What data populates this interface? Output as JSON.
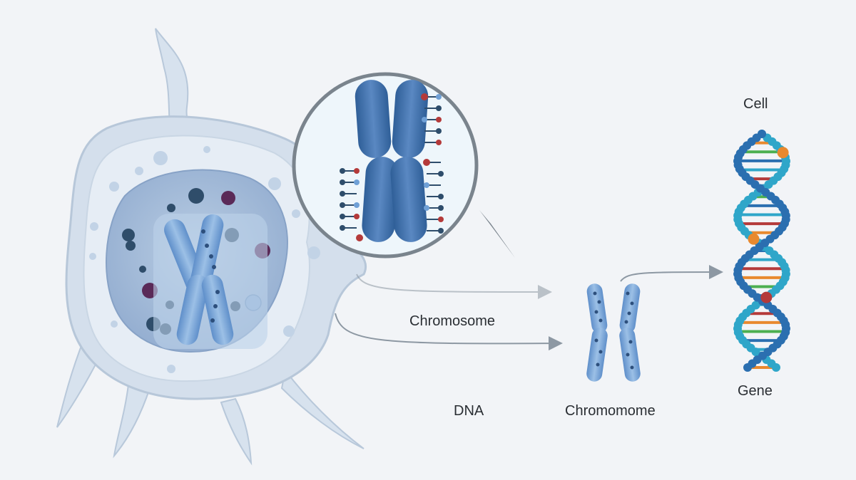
{
  "labels": {
    "cell": "Cell",
    "chromosome_middle": "Chromosome",
    "dna": "DNA",
    "chromosome_bottom": "Chromomome",
    "gene": "Gene"
  },
  "icons": {
    "cell": "cell-icon",
    "magnifier": "magnifier-icon",
    "chromosome": "chromosome-icon",
    "dna": "dna-helix-icon",
    "arrow": "arrow-right-icon"
  },
  "colors": {
    "background": "#f2f4f7",
    "cell_membrane": "#d4dfec",
    "cytoplasm": "#e7eef6",
    "nucleus": "#a9c0da",
    "chromosome": "#3f6fa6",
    "chromosome_light": "#7ea8d4",
    "helix_teal": "#2fa6c9",
    "helix_blue": "#2b6fb0",
    "accent_red": "#b43a3a",
    "accent_purple": "#6a2a5e",
    "accent_orange": "#e8892e",
    "accent_green": "#4caf50",
    "arrow": "#8d98a3"
  }
}
